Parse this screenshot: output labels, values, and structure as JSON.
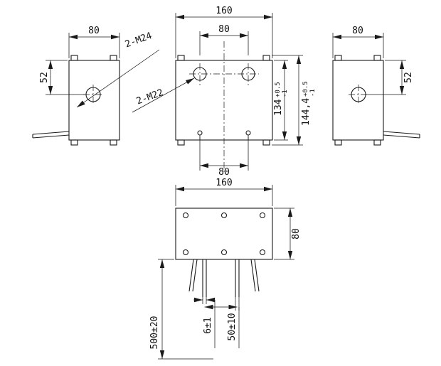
{
  "labels": {
    "left_view": {
      "width": "80",
      "hole_offset": "52",
      "thread_callout": "2-M24"
    },
    "front_view": {
      "width": "160",
      "hole_spacing_top": "80",
      "thread_callout": "2-M22",
      "body_height": "134",
      "body_height_tol_plus": "+0.5",
      "body_height_tol_minus": "-1",
      "overall_height": "144,4",
      "overall_height_tol_plus": "+0.5",
      "overall_height_tol_minus": "-1",
      "hole_spacing_bottom": "80"
    },
    "right_view": {
      "width": "80",
      "hole_offset": "52"
    },
    "bottom_view": {
      "length": "160",
      "width": "80",
      "lead_length": "500±20",
      "lead_diameter": "6±1",
      "lead_spacing": "50±10"
    }
  }
}
